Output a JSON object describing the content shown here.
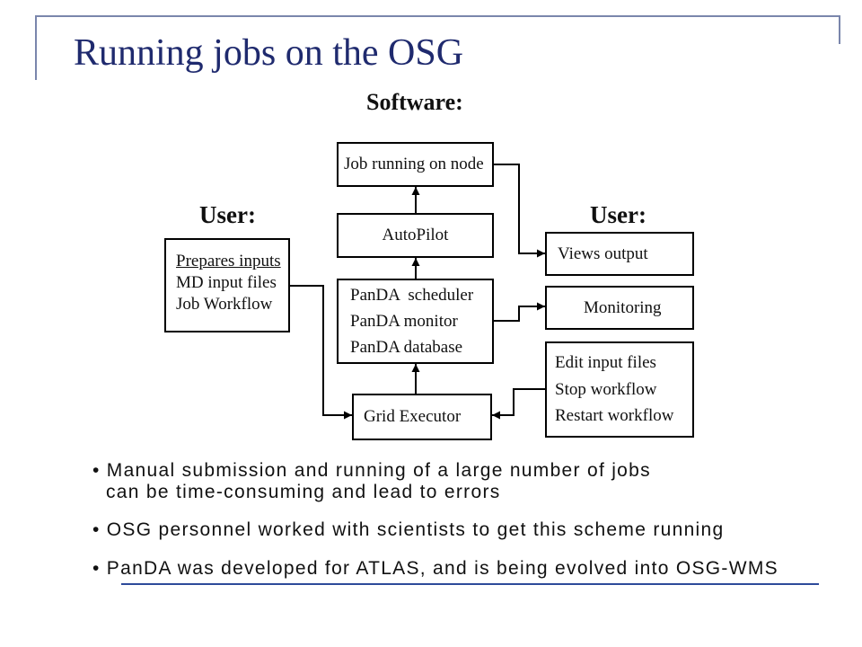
{
  "theme": {
    "title_color": "#1F2A6E",
    "frame_color": "#7A86AC",
    "rule_color": "#2D4A9A",
    "box_border_color": "#000000"
  },
  "slide": {
    "title": "Running jobs on the OSG"
  },
  "diagram": {
    "software_heading": "Software:",
    "user_heading_left": "User:",
    "user_heading_right": "User:",
    "job_running_box": "Job running on node",
    "autopilot_box": "AutoPilot",
    "panda_box": [
      "PanDA  scheduler",
      "PanDA monitor",
      "PanDA database"
    ],
    "grid_executor_box": "Grid Executor",
    "user_inputs_box": [
      "Prepares inputs",
      "MD input files",
      "Job Workflow"
    ],
    "views_output_box": "Views output",
    "monitoring_box": "Monitoring",
    "workflow_controls_box": [
      "Edit input files",
      "Stop workflow",
      "Restart workflow"
    ]
  },
  "bullets": [
    {
      "lines": [
        "• Manual submission and running of a large number of jobs",
        "can be time-consuming and lead to errors"
      ]
    },
    {
      "lines": [
        "• OSG personnel worked with scientists to get this scheme running"
      ]
    },
    {
      "lines": [
        "• PanDA was developed for ATLAS, and is being evolved into OSG-WMS"
      ]
    }
  ]
}
